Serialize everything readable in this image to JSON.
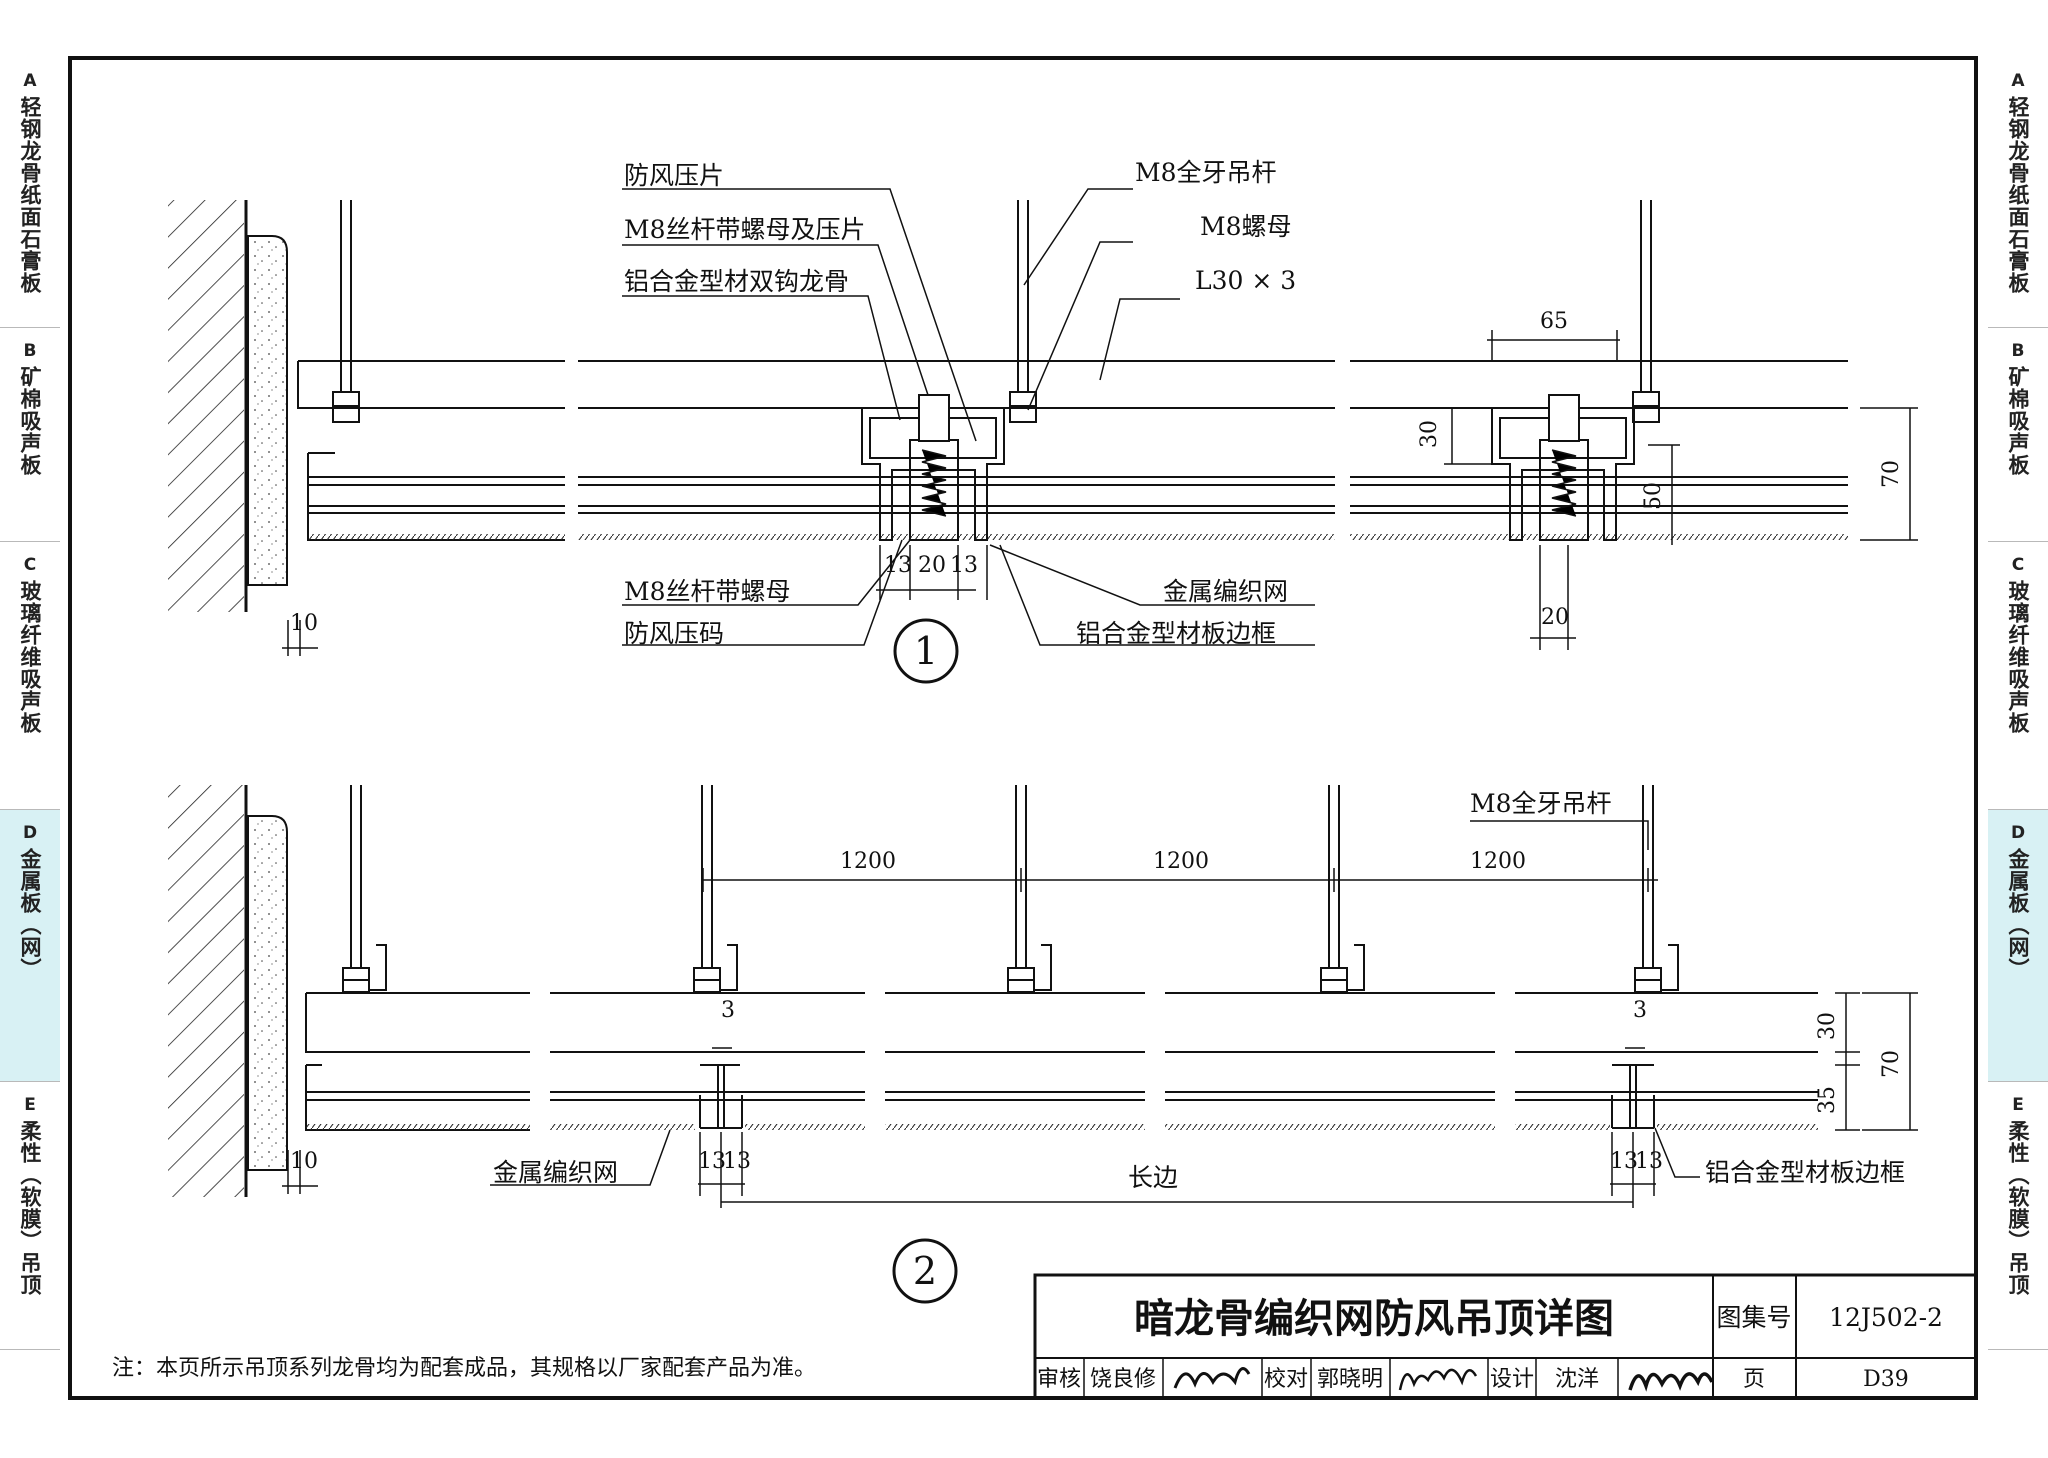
{
  "side_tabs": [
    {
      "letter": "A",
      "text": "轻钢龙骨纸面石膏板",
      "active": false
    },
    {
      "letter": "B",
      "text": "矿棉吸声板",
      "active": false
    },
    {
      "letter": "C",
      "text": "玻璃纤维吸声板",
      "active": false
    },
    {
      "letter": "D",
      "text": "金属板（网）",
      "active": true
    },
    {
      "letter": "E",
      "text": "柔性（软膜）吊顶",
      "active": false
    }
  ],
  "detail1": {
    "labels": {
      "wind_plate": "防风压片",
      "m8_screw_nut_plate": "M8丝杆带螺母及压片",
      "double_hook_keel": "铝合金型材双钩龙骨",
      "m8_full_rod": "M8全牙吊杆",
      "m8_nut": "M8螺母",
      "angle": "L30 × 3",
      "m8_screw_nut": "M8丝杆带螺母",
      "wind_clip": "防风压码",
      "mesh": "金属编织网",
      "frame": "铝合金型材板边框"
    },
    "dims": {
      "d10": "10",
      "d13a": "13",
      "d20": "20",
      "d13b": "13",
      "d65": "65",
      "d30": "30",
      "d50": "50",
      "d70": "70",
      "d20b": "20"
    },
    "marker": "1"
  },
  "detail2": {
    "labels": {
      "m8_full_rod": "M8全牙吊杆",
      "mesh": "金属编织网",
      "frame": "铝合金型材板边框",
      "long_side": "长边"
    },
    "dims": {
      "s1": "1200",
      "s2": "1200",
      "s3": "1200",
      "t1": "3",
      "t2": "3",
      "h30": "30",
      "h70": "70",
      "h35": "35",
      "d10": "10",
      "a13": "13",
      "b13": "13",
      "c13": "13",
      "e13": "13"
    },
    "marker": "2"
  },
  "note": "注：本页所示吊顶系列龙骨均为配套成品，其规格以厂家配套产品为准。",
  "title_block": {
    "title": "暗龙骨编织网防风吊顶详图",
    "atlas_label": "图集号",
    "atlas_no": "12J502-2",
    "review_label": "审核",
    "reviewer": "饶良修",
    "check_label": "校对",
    "checker": "郭晓明",
    "design_label": "设计",
    "designer": "沈洋",
    "page_label": "页",
    "page_no": "D39"
  }
}
